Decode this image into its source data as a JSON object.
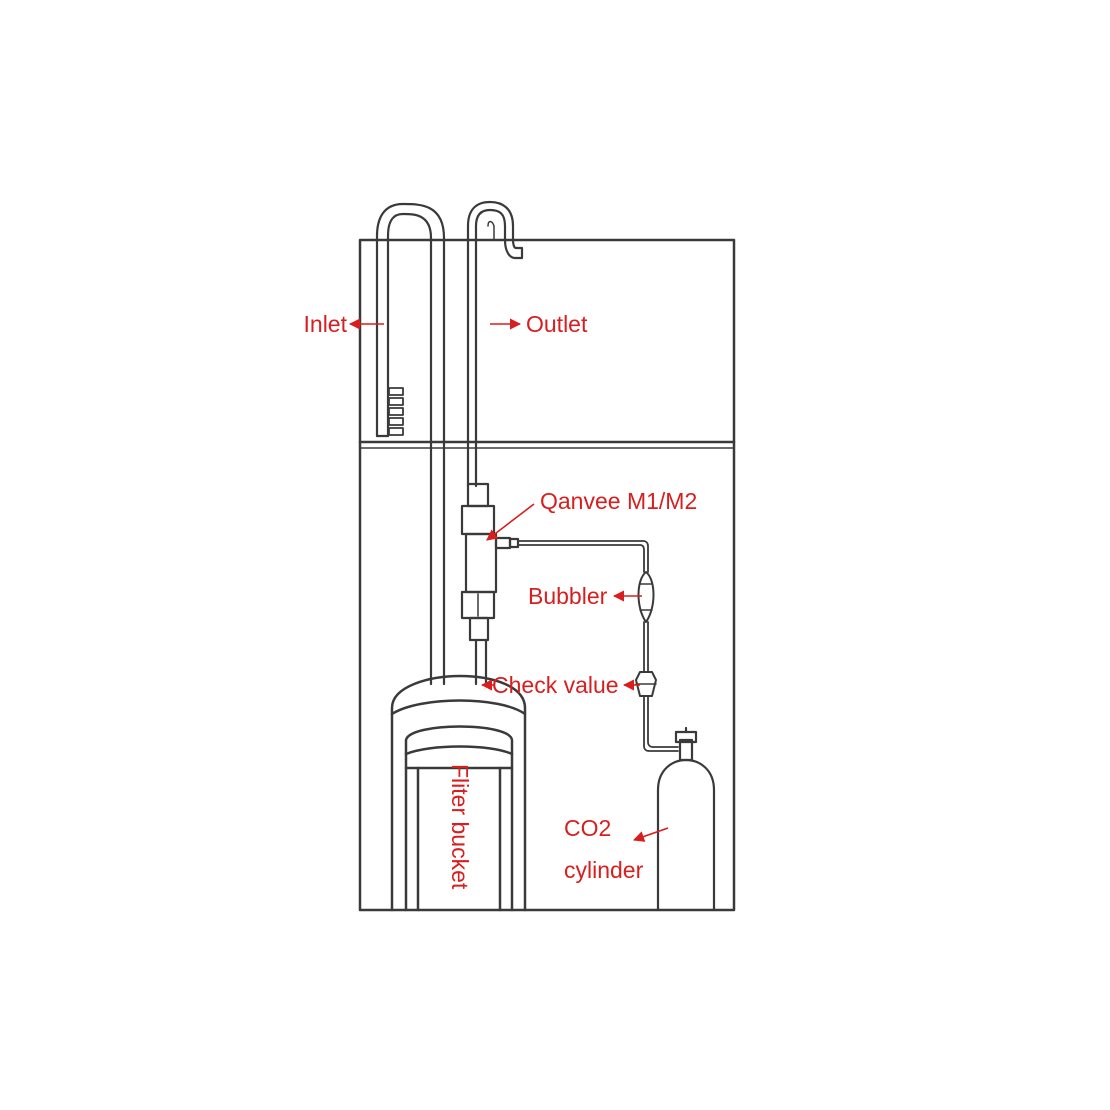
{
  "colors": {
    "line": "#3a3a3a",
    "label": "#d81e1e",
    "background": "#ffffff"
  },
  "labels": {
    "inlet": "Inlet",
    "outlet": "Outlet",
    "reactor": "Qanvee M1/M2",
    "bubbler": "Bubbler",
    "check_valve": "Check value",
    "filter_bucket": "Fliter bucket",
    "co2_line1": "CO2",
    "co2_line2": "cylinder"
  }
}
